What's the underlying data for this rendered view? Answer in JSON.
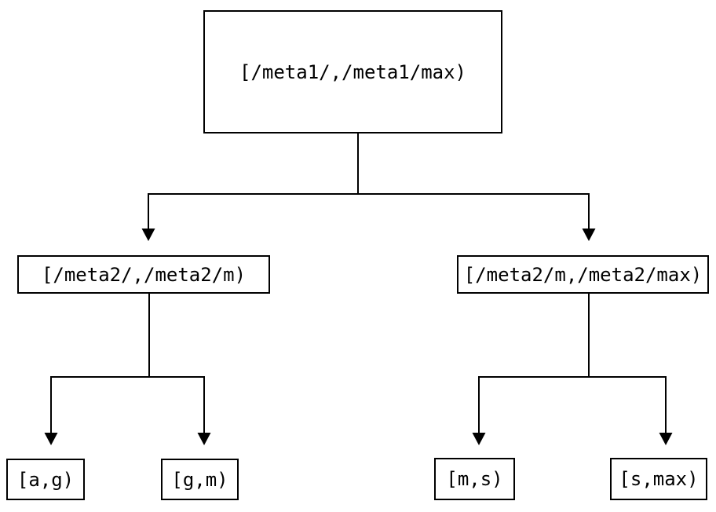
{
  "diagram": {
    "background_color": "#ffffff",
    "line_color": "#000000",
    "text_color": "#000000",
    "nodes": {
      "root": {
        "label": "[/meta1/,/meta1/max)"
      },
      "left_child": {
        "label": "[/meta2/,/meta2/m)"
      },
      "right_child": {
        "label": "[/meta2/m,/meta2/max)"
      },
      "leaf_a_g": {
        "label": "[a,g)"
      },
      "leaf_g_m": {
        "label": "[g,m)"
      },
      "leaf_m_s": {
        "label": "[m,s)"
      },
      "leaf_s_max": {
        "label": "[s,max)"
      }
    }
  }
}
